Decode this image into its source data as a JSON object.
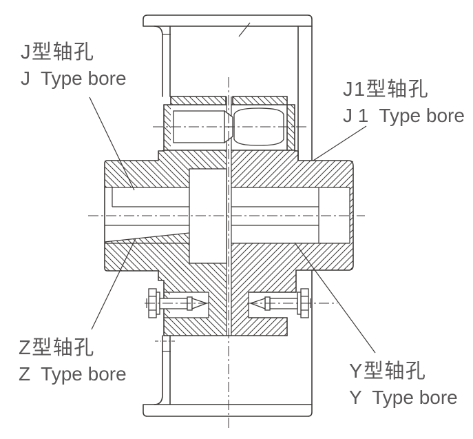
{
  "labels": {
    "j": {
      "zh": "J型轴孔",
      "en": "J  Type bore"
    },
    "j1": {
      "zh": "J1型轴孔",
      "en": "J 1  Type bore"
    },
    "z": {
      "zh": "Z型轴孔",
      "en": "Z  Type bore"
    },
    "y": {
      "zh": "Y型轴孔",
      "en": "Y  Type bore"
    }
  },
  "colors": {
    "line": "#3d3a39",
    "text": "#595757",
    "background": "#ffffff"
  }
}
